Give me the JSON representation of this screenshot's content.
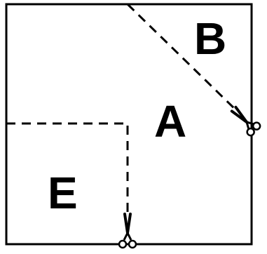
{
  "figure": {
    "labels": {
      "a": "A",
      "b": "B",
      "e": "E"
    },
    "icons": {
      "diagonal_cut_tool": "scissors-icon",
      "corner_cut_tool": "scissors-icon"
    },
    "colors": {
      "stroke": "#000000",
      "background": "#ffffff"
    }
  }
}
